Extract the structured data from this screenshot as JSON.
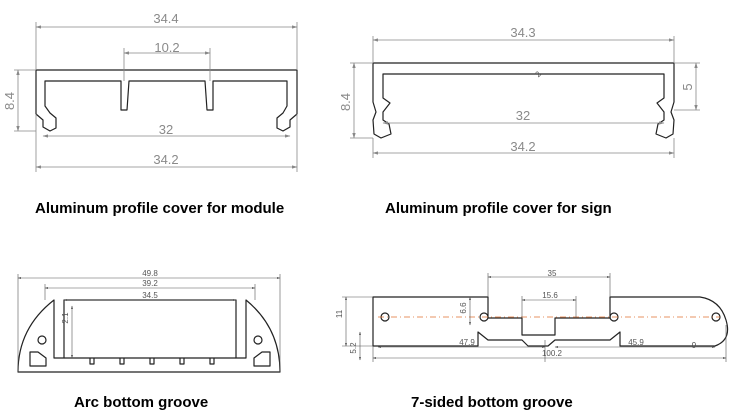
{
  "diagrams": [
    {
      "caption": "Aluminum profile cover for module",
      "dims": {
        "top_width": "34.4",
        "slot_width": "10.2",
        "height": "8.4",
        "inner_width": "32",
        "bottom_width": "34.2"
      }
    },
    {
      "caption": "Aluminum profile cover for sign",
      "dims": {
        "top_width": "34.3",
        "height": "8.4",
        "lip_height": "5",
        "inner_width": "32",
        "bottom_width": "34.2",
        "mark": "2"
      }
    },
    {
      "caption": "Arc bottom groove",
      "dims": {
        "outer_width": "49.8",
        "mid_width": "39.2",
        "inner_width": "34.5",
        "depth": "2.1"
      }
    },
    {
      "caption": "7-sided bottom groove",
      "dims": {
        "groove_width": "35",
        "inner_groove": "15.6",
        "height": "11",
        "groove_depth": "6.6",
        "base_height": "5.2",
        "left_span": "47.9",
        "right_span": "45.9",
        "total_width": "100.2",
        "mark": "9"
      }
    }
  ]
}
